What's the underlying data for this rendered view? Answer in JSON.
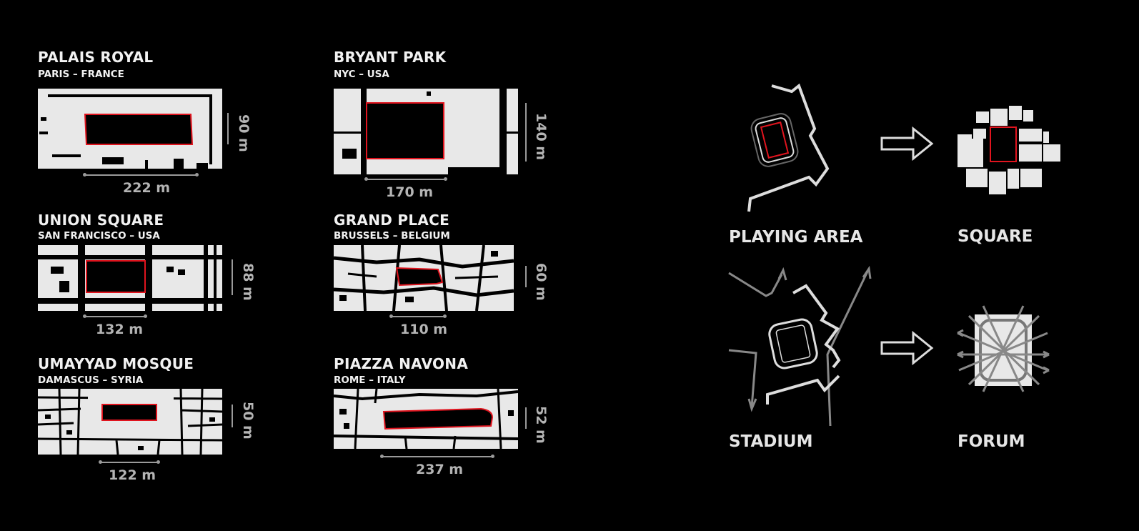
{
  "squares": [
    {
      "title": "PALAIS ROYAL",
      "subtitle": "PARIS – FRANCE",
      "width": "222 m",
      "height": "90 m"
    },
    {
      "title": "BRYANT PARK",
      "subtitle": "NYC – USA",
      "width": "170 m",
      "height": "140 m"
    },
    {
      "title": "UNION SQUARE",
      "subtitle": "SAN FRANCISCO – USA",
      "width": "132 m",
      "height": "88 m"
    },
    {
      "title": "GRAND PLACE",
      "subtitle": "BRUSSELS – BELGIUM",
      "width": "110 m",
      "height": "60 m"
    },
    {
      "title": "UMAYYAD MOSQUE",
      "subtitle": "DAMASCUS –  SYRIA",
      "width": "122 m",
      "height": "50 m"
    },
    {
      "title": "PIAZZA NAVONA",
      "subtitle": "ROME  – ITALY",
      "width": "237 m",
      "height": "52 m"
    }
  ],
  "concept": {
    "playing_area": "PLAYING AREA",
    "square": "SQUARE",
    "stadium": "STADIUM",
    "forum": "FORUM"
  },
  "colors": {
    "background": "#000000",
    "ground": "#e8e8e8",
    "highlight": "#e0141e",
    "dimension": "#b4b4b4"
  }
}
